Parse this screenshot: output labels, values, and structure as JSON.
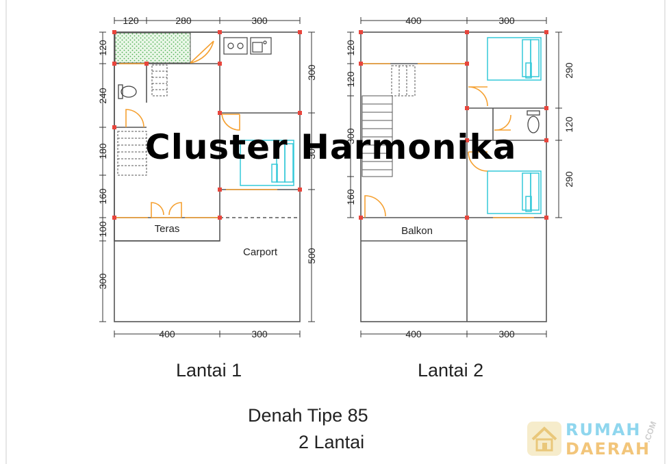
{
  "title": "Cluster Harmonika",
  "captions": {
    "floor1": "Lantai 1",
    "floor2": "Lantai 2",
    "plan_type": "Denah Tipe 85",
    "plan_floors": "2 Lantai"
  },
  "floor1": {
    "dims_top": [
      "120",
      "280",
      "300"
    ],
    "dims_bottom": [
      "400",
      "300"
    ],
    "dims_left": [
      "120",
      "240",
      "180",
      "160",
      "100",
      "300"
    ],
    "dims_right": [
      "300",
      "300",
      "500"
    ],
    "labels": {
      "terrace": "Teras",
      "carport": "Carport"
    }
  },
  "floor2": {
    "dims_top": [
      "400",
      "300"
    ],
    "dims_bottom": [
      "400",
      "300"
    ],
    "dims_left": [
      "120",
      "120",
      "300",
      "160"
    ],
    "dims_right": [
      "290",
      "120",
      "290"
    ],
    "labels": {
      "balcony": "Balkon"
    }
  },
  "watermark": {
    "line1": "RUMAH",
    "line2": "DAERAH",
    "suffix": ".COM"
  },
  "colors": {
    "wall": "#555555",
    "furniture": "#33c8d8",
    "door": "#f5a030",
    "column": "#e8453c",
    "garden": "#7cc47a",
    "text": "#222222"
  }
}
